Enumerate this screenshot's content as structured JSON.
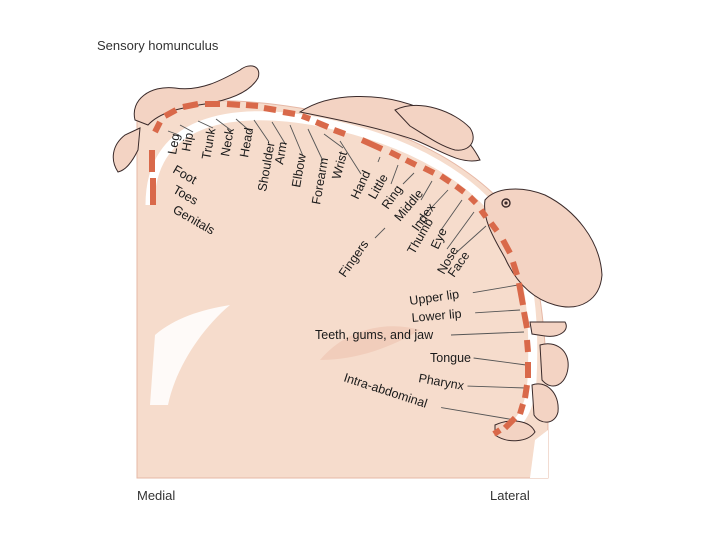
{
  "title": "Sensory homunculus",
  "edge_labels": {
    "medial": "Medial",
    "lateral": "Lateral"
  },
  "colors": {
    "cortex": "#f6dccc",
    "cortex_edge": "#e6b8a6",
    "bar": "#d9694a",
    "white_matter": "#ffffff",
    "body": "#f3d3c3",
    "outline": "#3a2a2a"
  },
  "body_parts": [
    "Leg",
    "Hip",
    "Trunk",
    "Neck",
    "Head",
    "Shoulder",
    "Arm",
    "Elbow",
    "Forearm",
    "Wrist",
    "Hand",
    "Little",
    "Ring",
    "Middle",
    "Index",
    "Thumb",
    "Eye",
    "Nose",
    "Face"
  ],
  "medial_parts": [
    "Foot",
    "Toes",
    "Genitals"
  ],
  "fingers_label": "Fingers",
  "lateral_parts": [
    "Upper lip",
    "Lower lip",
    "Teeth, gums, and jaw",
    "Tongue",
    "Pharynx",
    "Intra-abdominal"
  ]
}
